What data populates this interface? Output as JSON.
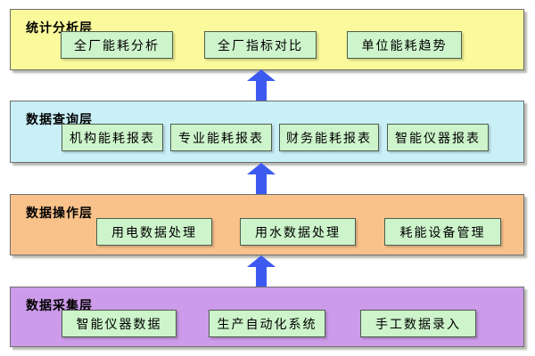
{
  "diagram": {
    "type": "layered-architecture",
    "arrow_color": "#3d5af0",
    "node_bg": "#cdf4cb",
    "layers": [
      {
        "id": "statistical-analysis",
        "label": "统计分析层",
        "bg": "#faf99b",
        "boxes": [
          "全厂能耗分析",
          "全厂指标对比",
          "单位能耗趋势"
        ]
      },
      {
        "id": "data-query",
        "label": "数据查询层",
        "bg": "#c9eff7",
        "boxes": [
          "机构能耗报表",
          "专业能耗报表",
          "财务能耗报表",
          "智能仪器报表"
        ]
      },
      {
        "id": "data-operation",
        "label": "数据操作层",
        "bg": "#f9c28b",
        "boxes": [
          "用电数据处理",
          "用水数据处理",
          "耗能设备管理"
        ]
      },
      {
        "id": "data-collection",
        "label": "数据采集层",
        "bg": "#cc9be9",
        "boxes": [
          "智能仪器数据",
          "生产自动化系统",
          "手工数据录入"
        ]
      }
    ]
  }
}
